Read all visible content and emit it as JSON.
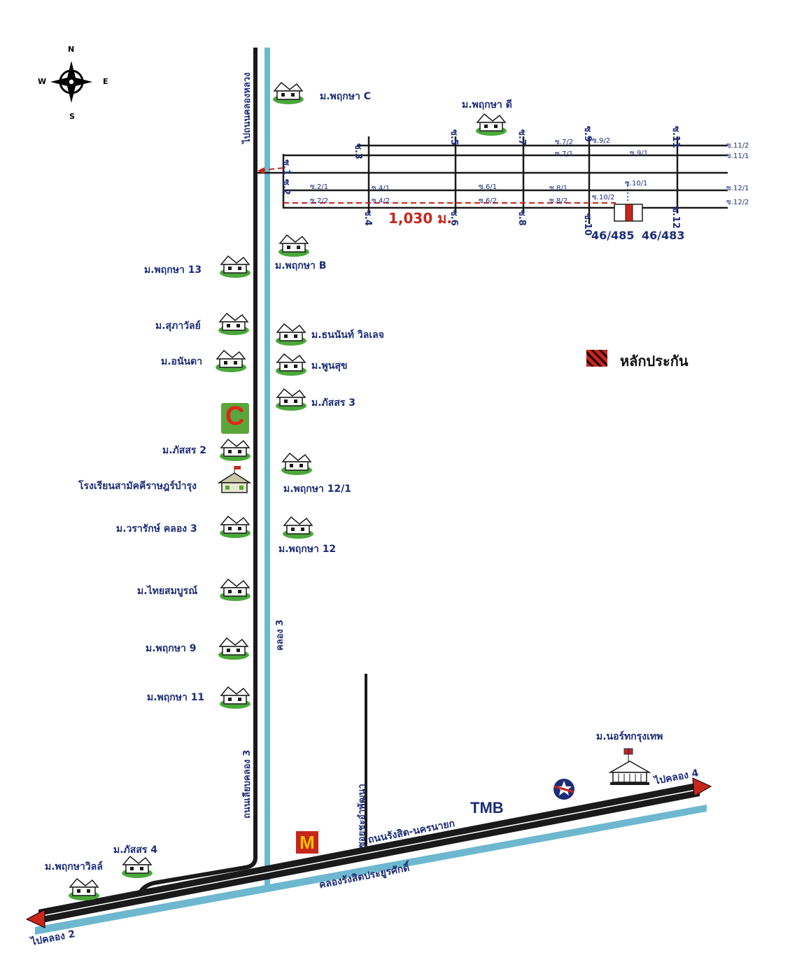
{
  "compass": {
    "n": "N",
    "s": "S",
    "e": "E",
    "w": "W"
  },
  "roads": {
    "main_vertical": "ไปถนนคลองหลวง",
    "main_vertical_lower": "ถนนเลียบคลอง 3",
    "canal_vertical": "คลอง 3",
    "side_road": "ซอยชะอำพัฒนา",
    "highway": "ถนนรังสิต-นครนายก",
    "canal_bottom": "คลองรังสิตประยูรศักดิ์",
    "to_left": "ไปคลอง 2",
    "to_right": "ไปคลอง 4"
  },
  "sois_top": [
    "ซ.3",
    "ซ.5",
    "ซ.7",
    "ซ.9",
    "ซ.11"
  ],
  "sois_bottom": [
    "ซ.4",
    "ซ.6",
    "ซ.8",
    "ซ.10",
    "ซ.12"
  ],
  "sois_left": [
    "ซ.1",
    "ซ.2"
  ],
  "sub_sois": [
    "ซ.2/1",
    "ซ.2/2",
    "ซ.4/1",
    "ซ.4/2",
    "ซ.6/1",
    "ซ.6/2",
    "ซ.7/2",
    "ซ.7/1",
    "ซ.8/1",
    "ซ.8/2",
    "ซ.9/2",
    "ซ.9/1",
    "ซ.10/1",
    "ซ.10/2",
    "ซ.11/2",
    "ซ.11/1",
    "ซ.12/1",
    "ซ.12/2"
  ],
  "distance": "1,030 ม.",
  "plots": [
    "46/485",
    "46/483"
  ],
  "legend": {
    "label": "หลักประกัน",
    "color": "#c8251b"
  },
  "villages_left": [
    "ม.พฤกษา 13",
    "ม.สุภาวัลย์",
    "ม.อนันดา",
    "ม.ภัสสร 2",
    "โรงเรียนสามัคคีราษฎร์บำรุง",
    "ม.วรารักษ์ คลอง 3",
    "ม.ไทยสมบูรณ์",
    "ม.พฤกษา 9",
    "ม.พฤกษา 11"
  ],
  "villages_right": [
    "ม.พฤกษา C",
    "ม.พฤกษา B",
    "ม.ธนนันท์ วิลเลจ",
    "ม.พูนสุข",
    "ม.ภัสสร 3",
    "ม.พฤกษา 12/1",
    "ม.พฤกษา 12"
  ],
  "village_top": "ม.พฤกษา ดี",
  "villages_bottom": [
    "ม.ภัสสร 4",
    "ม.พฤกษาวิลล์",
    "ม.นอร์ทกรุงเทพ"
  ],
  "landmarks": {
    "tmb": "TMB",
    "bigc": "C",
    "mcd": "M"
  },
  "colors": {
    "road": "#1a1a1a",
    "canal": "#6db8cf",
    "text": "#1c2d78",
    "house_green": "#4aa83a",
    "red": "#c8251b"
  }
}
